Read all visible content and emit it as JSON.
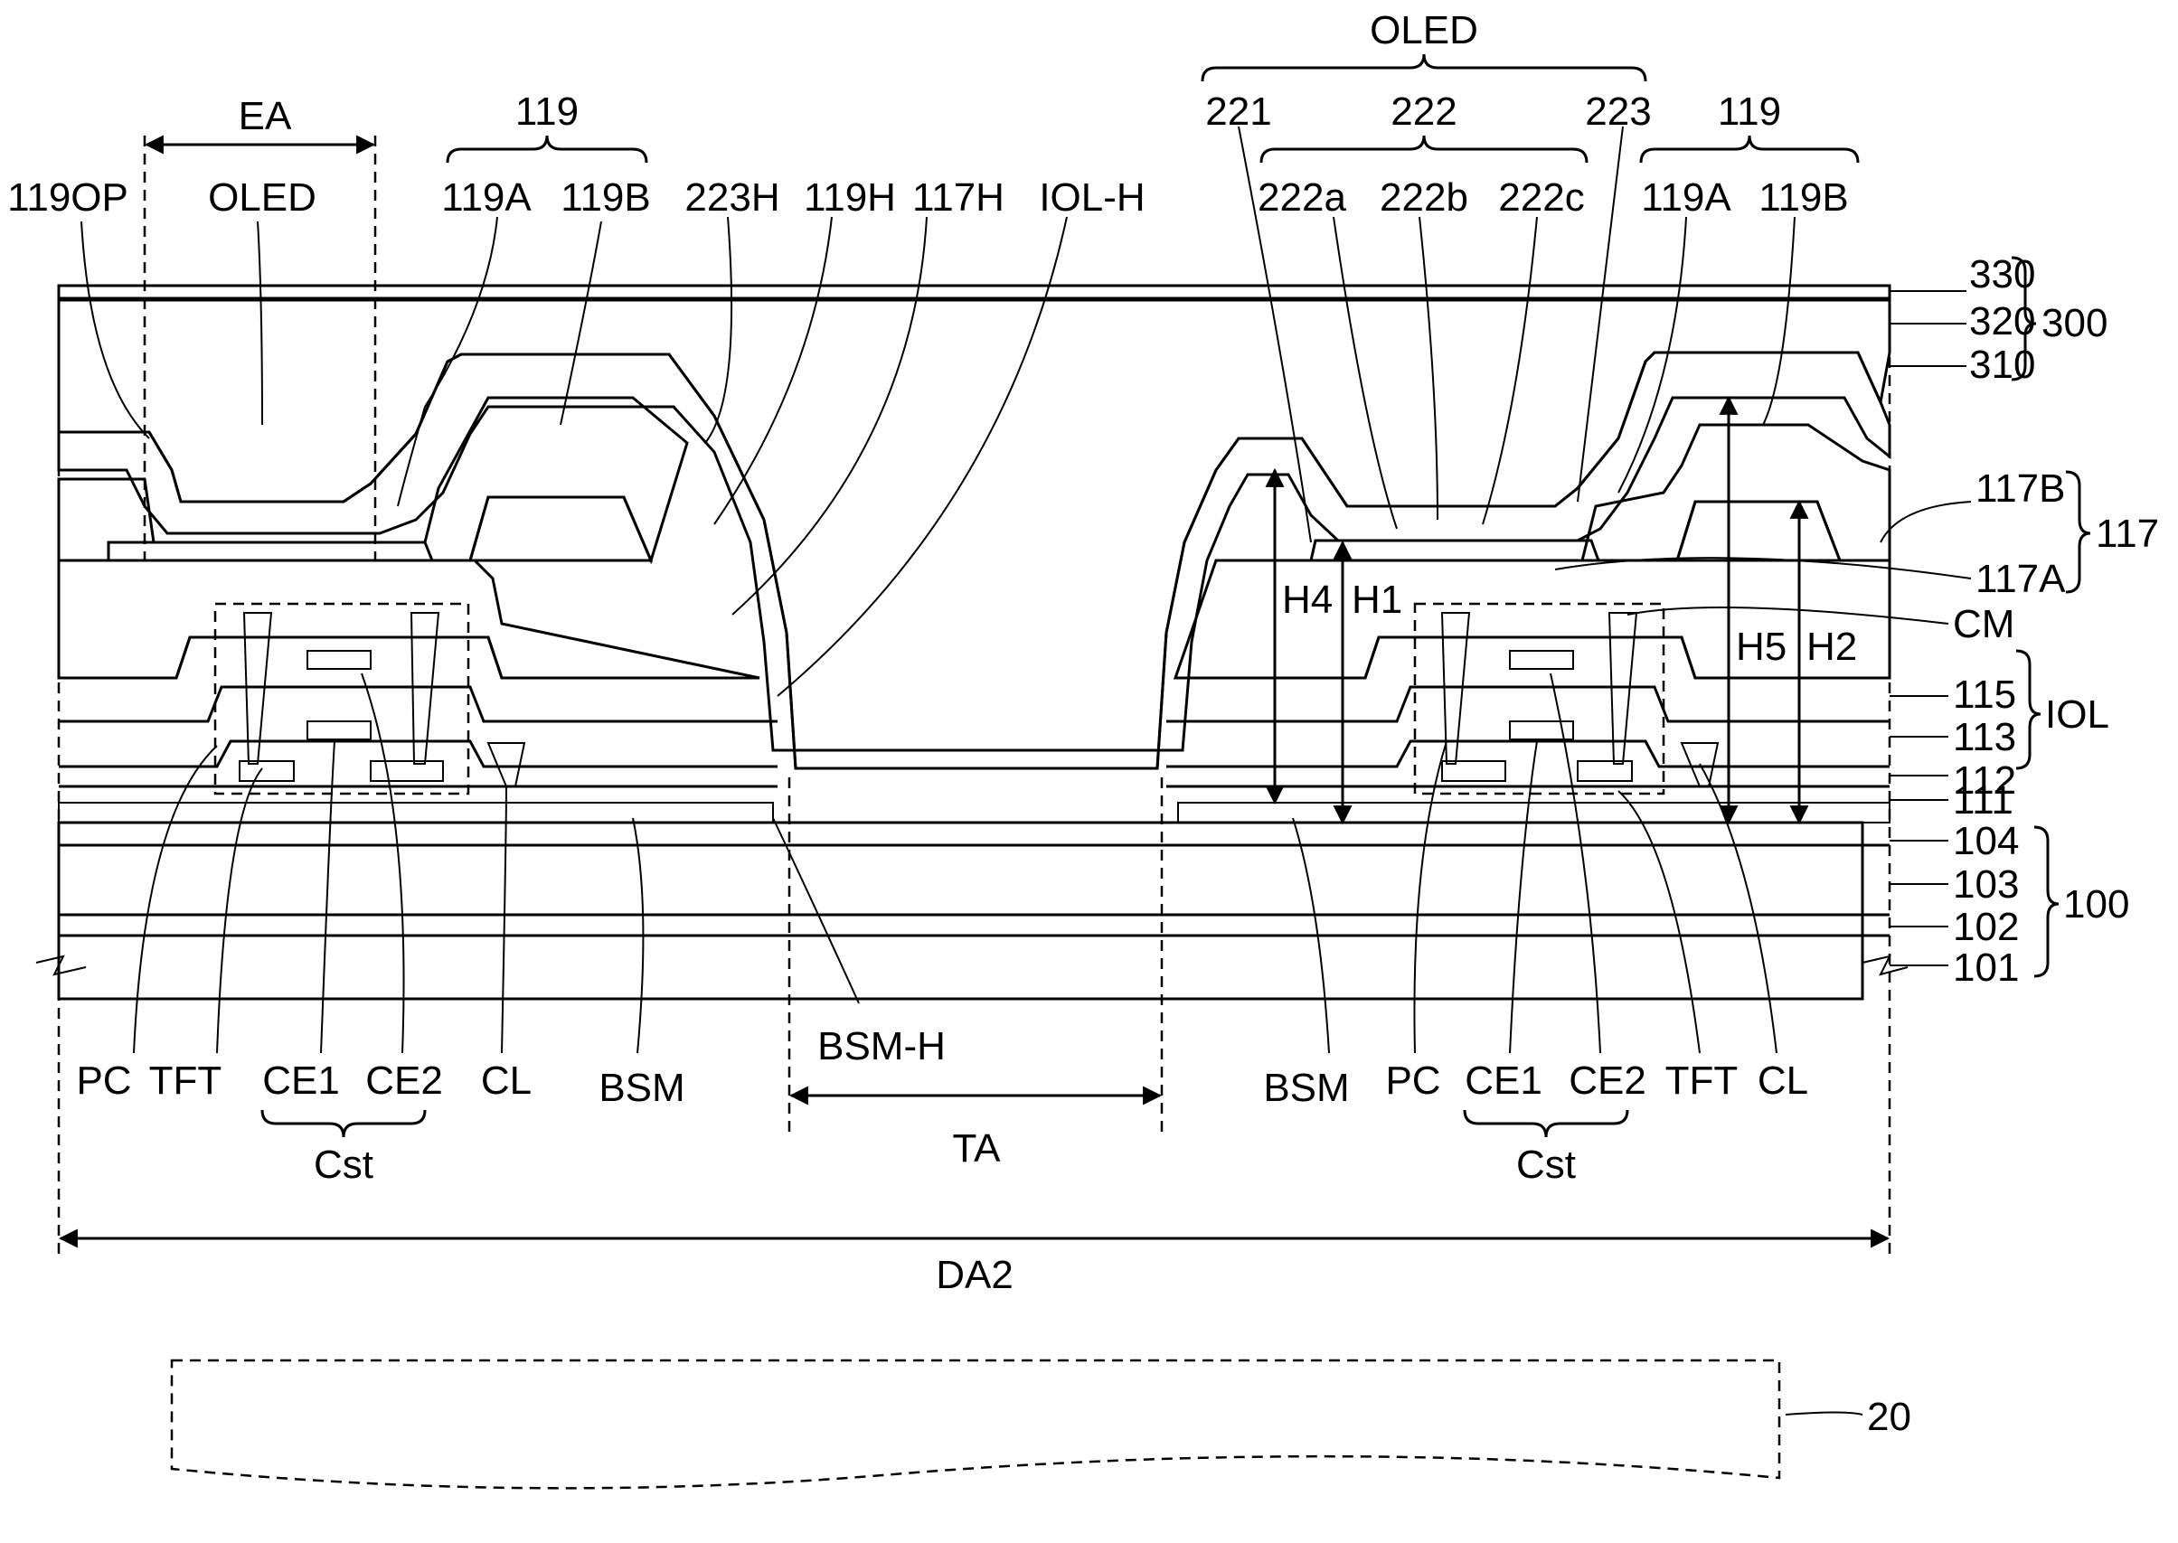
{
  "top_labels": {
    "oled_group": "OLED",
    "ea": "EA",
    "oled_left": "OLED",
    "l_119_left": "119",
    "l_119_right": "119",
    "l_119op": "119OP",
    "l_119a_left": "119A",
    "l_119b_left": "119B",
    "l_223h": "223H",
    "l_119h": "119H",
    "l_117h": "117H",
    "l_iolh": "IOL-H",
    "l_221": "221",
    "l_222": "222",
    "l_223": "223",
    "l_222a": "222a",
    "l_222b": "222b",
    "l_222c": "222c",
    "l_119a_right": "119A",
    "l_119b_right": "119B"
  },
  "right_labels": {
    "l_330": "330",
    "l_320": "320",
    "l_310": "310",
    "l_300": "300",
    "l_117b": "117B",
    "l_117": "117",
    "l_117a": "117A",
    "l_cm": "CM",
    "l_115": "115",
    "l_113": "113",
    "l_112": "112",
    "l_iol": "IOL",
    "l_111": "111",
    "l_104": "104",
    "l_103": "103",
    "l_102": "102",
    "l_101": "101",
    "l_100": "100"
  },
  "inner_labels": {
    "h4": "H4",
    "h1": "H1",
    "h5": "H5",
    "h2": "H2"
  },
  "bottom_labels": {
    "pc_left": "PC",
    "tft_left": "TFT",
    "ce1_left": "CE1",
    "ce2_left": "CE2",
    "cl_left": "CL",
    "bsm_left": "BSM",
    "bsm_h": "BSM-H",
    "ta": "TA",
    "cst_left": "Cst",
    "bsm_right": "BSM",
    "pc_right": "PC",
    "ce1_right": "CE1",
    "ce2_right": "CE2",
    "tft_right": "TFT",
    "cl_right": "CL",
    "cst_right": "Cst",
    "da2": "DA2",
    "l_20": "20"
  }
}
